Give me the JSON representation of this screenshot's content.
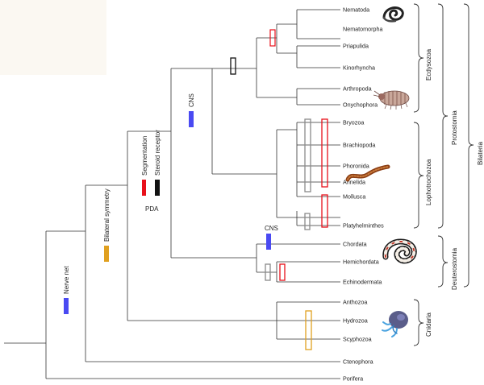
{
  "taxa": {
    "nematoda": "Nematoda",
    "nematomorpha": "Nematomorpha",
    "priapulida": "Priapulida",
    "kinorhyncha": "Kinorhyncha",
    "arthropoda": "Arthropoda",
    "onychophora": "Onychophora",
    "bryozoa": "Bryozoa",
    "brachiopoda": "Brachiopoda",
    "phoronida": "Phoronida",
    "annelida": "Annelida",
    "mollusca": "Mollusca",
    "platyhelminthes": "Platyhelminthes",
    "chordata": "Chordata",
    "hemichordata": "Hemichordata",
    "echinodermata": "Echinodermata",
    "anthozoa": "Anthozoa",
    "hydrozoa": "Hydrozoa",
    "scyphozoa": "Scyphozoa",
    "ctenophora": "Ctenophora",
    "porifera": "Porifera"
  },
  "traits": {
    "nerve_net": "Nerve net",
    "bilateral_symmetry": "Bilateral symmetry",
    "segmentation": "Segmentation",
    "steroid_receptor": "Steroid receptor",
    "pda": "PDA",
    "cns_protostome": "CNS",
    "cns_chordate": "CNS"
  },
  "groups": {
    "ecdysozoa": "Ecdysozoa",
    "lophotrochozoa": "Lophotrochozoa",
    "deuterostomia": "Deuterostomia",
    "cnidaria": "Cnidaria",
    "protostomia": "Protostomia",
    "bilateria": "Bilateria"
  },
  "colors": {
    "blue": "#4a4af2",
    "orange": "#e0a020",
    "red": "#e8101a",
    "black": "#111111",
    "gray": "#8a8a8a"
  },
  "images": [
    "nematode-image",
    "isopod-image",
    "annelid-worm-image",
    "kingsnake-image",
    "jellyfish-image"
  ]
}
